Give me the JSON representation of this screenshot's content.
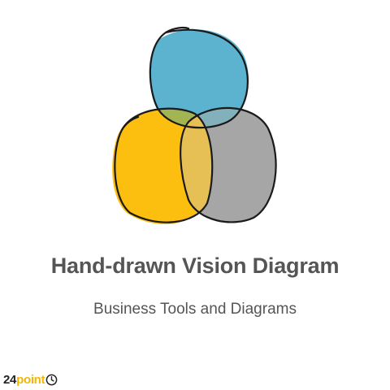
{
  "title": "Hand-drawn Vision Diagram",
  "subtitle": "Business Tools and Diagrams",
  "logo": {
    "number": "24",
    "word": "point",
    "icon": "clock-icon"
  },
  "colors": {
    "blue": "#5bb3cf",
    "yellow": "#fdbf0f",
    "gray": "#a6a6a6",
    "overlap_blue_yellow": "#a3b552",
    "overlap_yellow_gray": "#e6bf55",
    "overlap_blue_gray": "#82b0bb",
    "outline": "#1a1a1a",
    "text": "#555555",
    "logo_accent": "#f2b705"
  }
}
